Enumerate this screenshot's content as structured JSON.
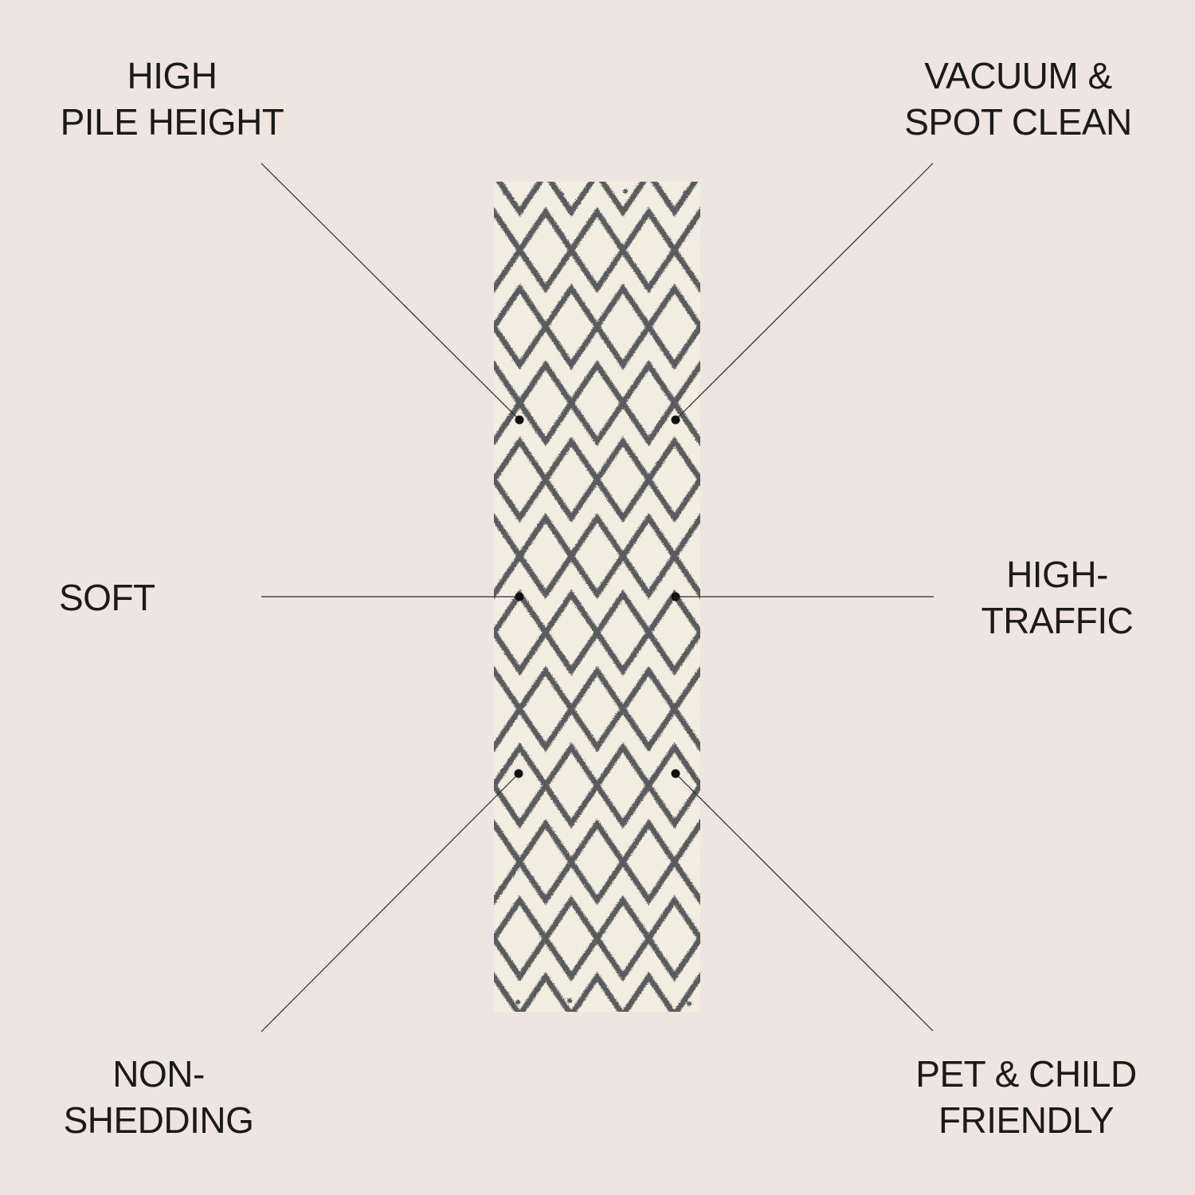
{
  "colors": {
    "background": "#efe5e0",
    "rug_base": "#f3eee2",
    "rug_pattern": "#4e4f53",
    "line": "#2a2a2a",
    "dot": "#111111",
    "text": "#1a1a1a"
  },
  "features": {
    "high_pile": {
      "line1": "HIGH",
      "line2": "PILE HEIGHT"
    },
    "vacuum": {
      "line1": "VACUUM &",
      "line2": "SPOT CLEAN"
    },
    "soft": {
      "line1": "SOFT"
    },
    "high_traffic": {
      "line1": "HIGH-",
      "line2": "TRAFFIC"
    },
    "non_shedding": {
      "line1": "NON-",
      "line2": "SHEDDING"
    },
    "pet_child": {
      "line1": "PET & CHILD",
      "line2": "FRIENDLY"
    }
  }
}
